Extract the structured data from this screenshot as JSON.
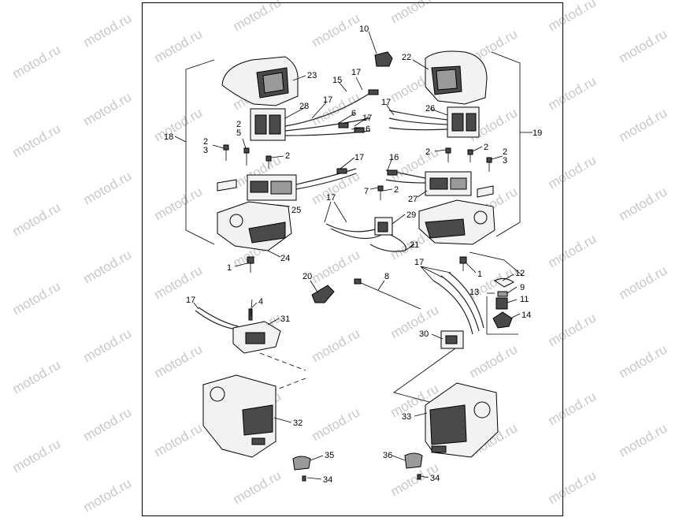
{
  "diagram": {
    "watermark_text": "motod.ru",
    "callouts": [
      {
        "id": "c10",
        "label": "10"
      },
      {
        "id": "c22",
        "label": "22"
      },
      {
        "id": "c23",
        "label": "23"
      },
      {
        "id": "c17a",
        "label": "17"
      },
      {
        "id": "c15",
        "label": "15"
      },
      {
        "id": "c28",
        "label": "28"
      },
      {
        "id": "c17b",
        "label": "17"
      },
      {
        "id": "c6a",
        "label": "6"
      },
      {
        "id": "c17c",
        "label": "17"
      },
      {
        "id": "c6b",
        "label": "6"
      },
      {
        "id": "c17d",
        "label": "17"
      },
      {
        "id": "c26",
        "label": "26"
      },
      {
        "id": "c19",
        "label": "19"
      },
      {
        "id": "c18",
        "label": "18"
      },
      {
        "id": "c2a",
        "label": "2"
      },
      {
        "id": "c3a",
        "label": "3"
      },
      {
        "id": "c2b",
        "label": "2"
      },
      {
        "id": "c5",
        "label": "5"
      },
      {
        "id": "c2c",
        "label": "2"
      },
      {
        "id": "c17e",
        "label": "17"
      },
      {
        "id": "c16",
        "label": "16"
      },
      {
        "id": "c2d",
        "label": "2"
      },
      {
        "id": "c2e",
        "label": "2"
      },
      {
        "id": "c2f",
        "label": "2"
      },
      {
        "id": "c3b",
        "label": "3"
      },
      {
        "id": "c7",
        "label": "7"
      },
      {
        "id": "c2g",
        "label": "2"
      },
      {
        "id": "c27",
        "label": "27"
      },
      {
        "id": "c25",
        "label": "25"
      },
      {
        "id": "c17f",
        "label": "17"
      },
      {
        "id": "c29",
        "label": "29"
      },
      {
        "id": "c21",
        "label": "21"
      },
      {
        "id": "c24",
        "label": "24"
      },
      {
        "id": "c1a",
        "label": "1"
      },
      {
        "id": "c1b",
        "label": "1"
      },
      {
        "id": "c17g",
        "label": "17"
      },
      {
        "id": "c12",
        "label": "12"
      },
      {
        "id": "c20",
        "label": "20"
      },
      {
        "id": "c8",
        "label": "8"
      },
      {
        "id": "c13",
        "label": "13"
      },
      {
        "id": "c9",
        "label": "9"
      },
      {
        "id": "c11",
        "label": "11"
      },
      {
        "id": "c14",
        "label": "14"
      },
      {
        "id": "c17h",
        "label": "17"
      },
      {
        "id": "c4",
        "label": "4"
      },
      {
        "id": "c31",
        "label": "31"
      },
      {
        "id": "c30",
        "label": "30"
      },
      {
        "id": "c32",
        "label": "32"
      },
      {
        "id": "c33",
        "label": "33"
      },
      {
        "id": "c35",
        "label": "35"
      },
      {
        "id": "c36",
        "label": "36"
      },
      {
        "id": "c34a",
        "label": "34"
      },
      {
        "id": "c34b",
        "label": "34"
      }
    ]
  }
}
